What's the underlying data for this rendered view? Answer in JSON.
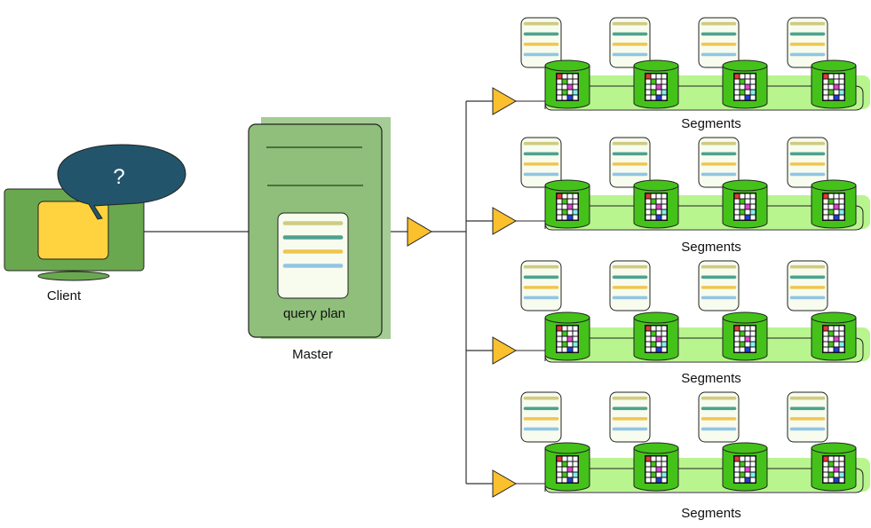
{
  "client": {
    "label": "Client",
    "bubble_text": "?"
  },
  "master": {
    "label": "Master",
    "plan_label": "query plan"
  },
  "segment_groups": [
    {
      "label": "Segments",
      "segment_count": 4
    },
    {
      "label": "Segments",
      "segment_count": 4
    },
    {
      "label": "Segments",
      "segment_count": 4
    },
    {
      "label": "Segments",
      "segment_count": 4
    }
  ],
  "colors": {
    "client_body": "#6aa84f",
    "client_screen": "#ffd23f",
    "bubble": "#22556b",
    "master_body": "#8fbf7a",
    "master_shadow": "#a5cc94",
    "plan_card": "#f7fcee",
    "plan_lines": [
      "#cfcb82",
      "#4ea28f",
      "#f1c550",
      "#92c5e3"
    ],
    "triangle": "#fbc02d",
    "cylinder": "#44c21a",
    "segment_band": "#b9f58f"
  }
}
